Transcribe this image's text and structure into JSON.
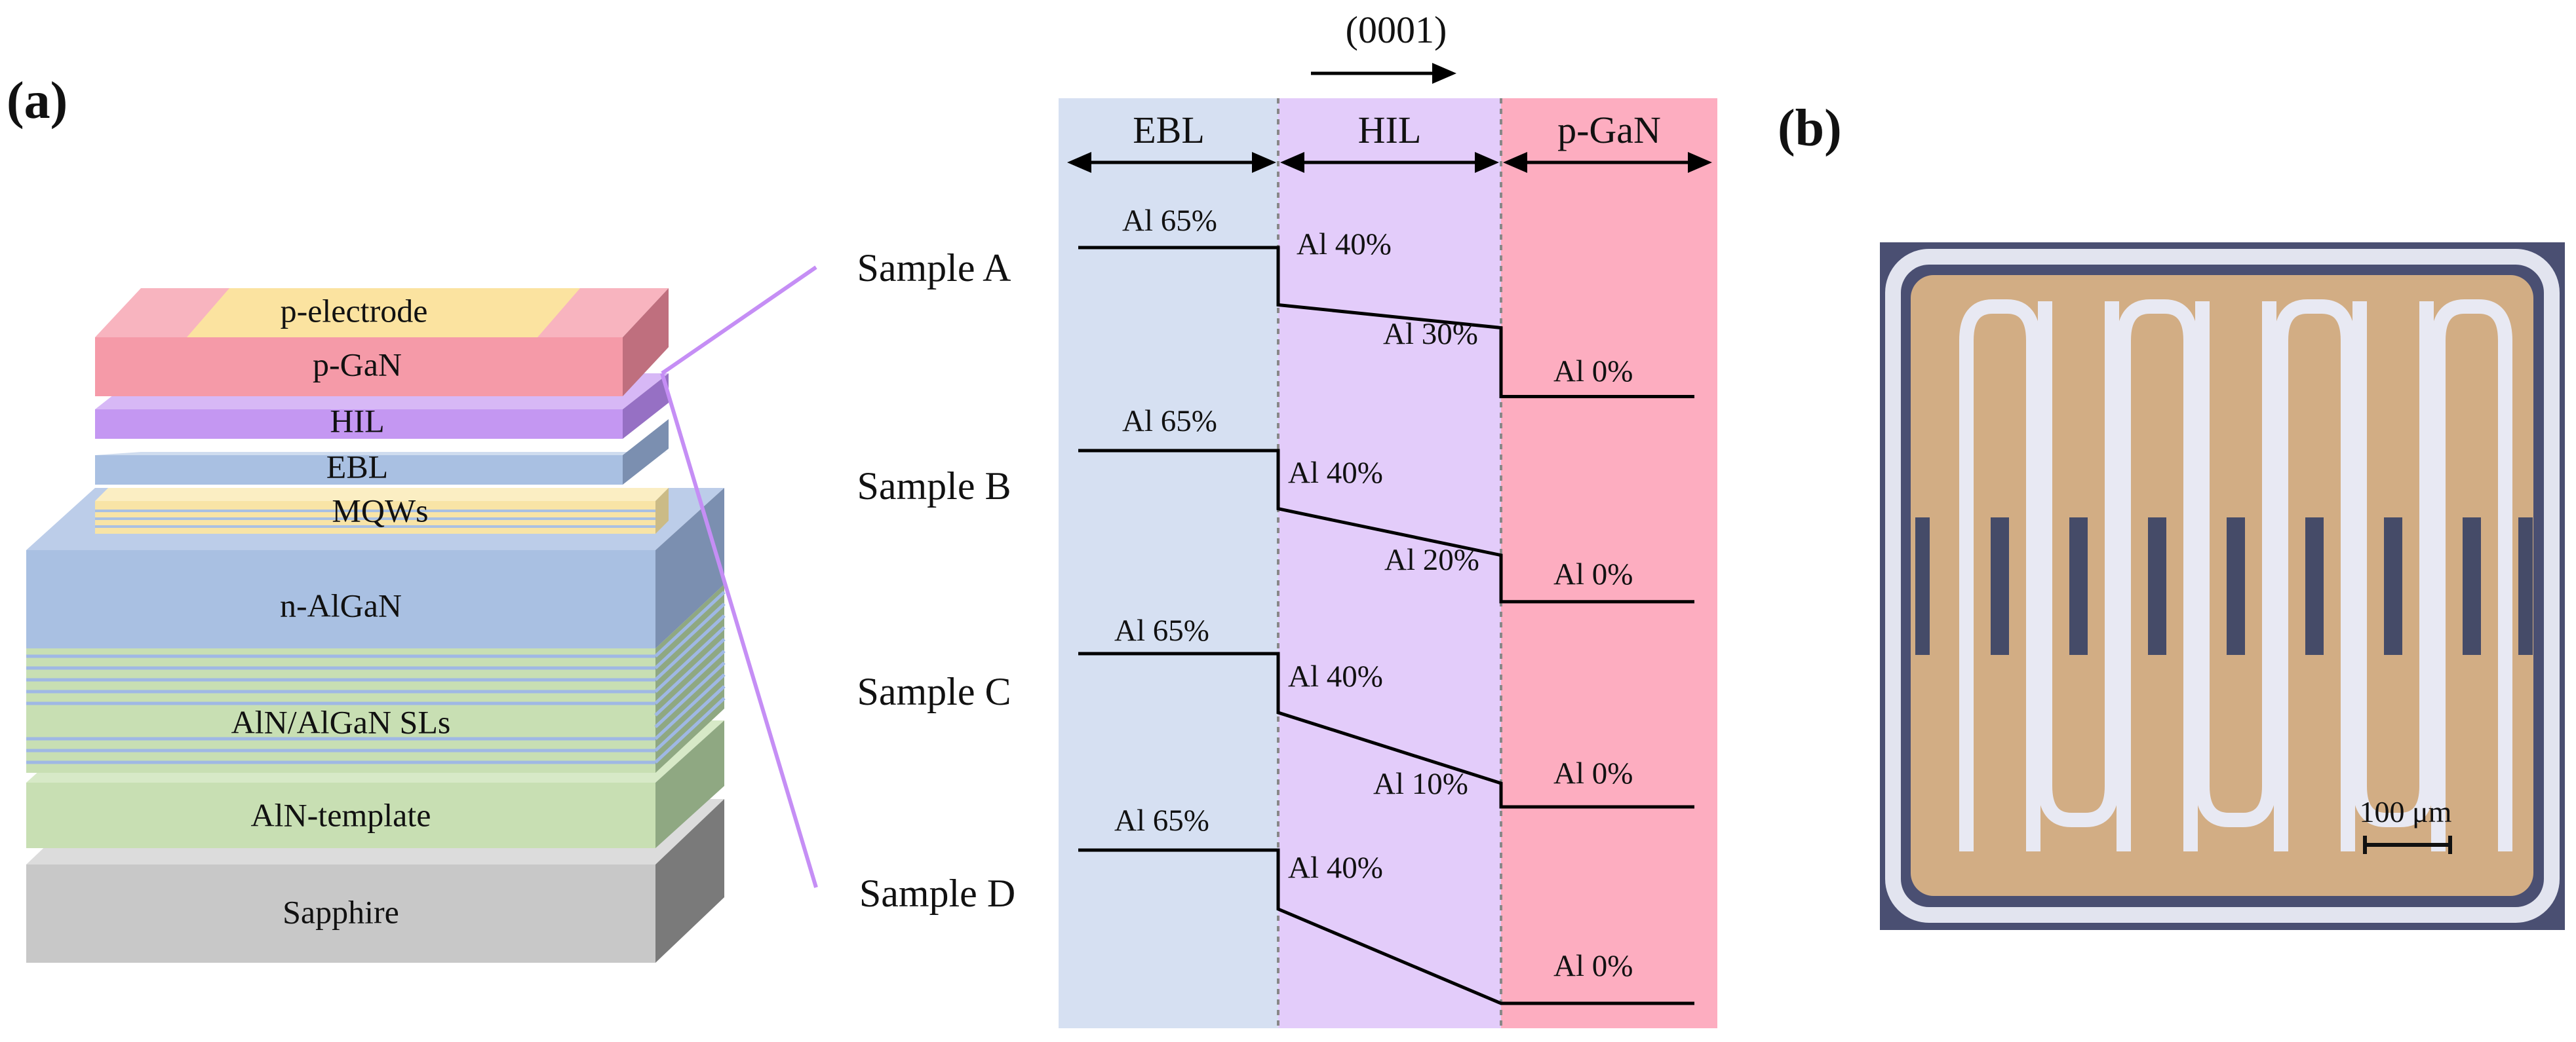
{
  "panel_labels": {
    "a": "(a)",
    "b": "(b)"
  },
  "layer_stack": {
    "layers": [
      {
        "key": "sapphire",
        "label": "Sapphire",
        "color": "#c8c8c8"
      },
      {
        "key": "aln_template",
        "label": "AlN-template",
        "color": "#c8dfb3"
      },
      {
        "key": "sls",
        "label": "AlN/AlGaN SLs",
        "color": "#c8dfb3"
      },
      {
        "key": "n_algan",
        "label": "n-AlGaN",
        "color": "#a9c0e2"
      },
      {
        "key": "mqws",
        "label": "MQWs",
        "color": "#f8e4a6"
      },
      {
        "key": "ebl",
        "label": "EBL",
        "color": "#a9c0e2"
      },
      {
        "key": "hil",
        "label": "HIL",
        "color": "#c497f2"
      },
      {
        "key": "p_gan",
        "label": "p-GaN",
        "color": "#f59aa8"
      },
      {
        "key": "p_electrode",
        "label": "p-electrode",
        "color": "#fbe3a0"
      }
    ]
  },
  "profile": {
    "direction_label": "(0001)",
    "regions": [
      {
        "key": "ebl",
        "label": "EBL",
        "color": "#d6e0f2"
      },
      {
        "key": "hil",
        "label": "HIL",
        "color": "#e3ccfa"
      },
      {
        "key": "pgan",
        "label": "p-GaN",
        "color": "#fdadc0"
      }
    ],
    "samples": [
      {
        "name": "Sample A",
        "ebl_al": "Al 65%",
        "hil_start": "Al 40%",
        "hil_end": "Al 30%",
        "pgan_al": "Al 0%"
      },
      {
        "name": "Sample B",
        "ebl_al": "Al 65%",
        "hil_start": "Al 40%",
        "hil_end": "Al 20%",
        "pgan_al": "Al 0%"
      },
      {
        "name": "Sample C",
        "ebl_al": "Al 65%",
        "hil_start": "Al 40%",
        "hil_end": "Al 10%",
        "pgan_al": "Al 0%"
      },
      {
        "name": "Sample D",
        "ebl_al": "Al 65%",
        "hil_start": "Al 40%",
        "hil_end": "",
        "pgan_al": "Al 0%"
      }
    ],
    "composition_values": {
      "ebl": 65,
      "hil_start": 40,
      "hil_end": [
        30,
        20,
        10,
        0
      ],
      "pgan": 0
    }
  },
  "micrograph": {
    "scale_bar_label": "100 μm",
    "chip_color": "#d2ad84",
    "frame_color": "#4a4f72"
  }
}
